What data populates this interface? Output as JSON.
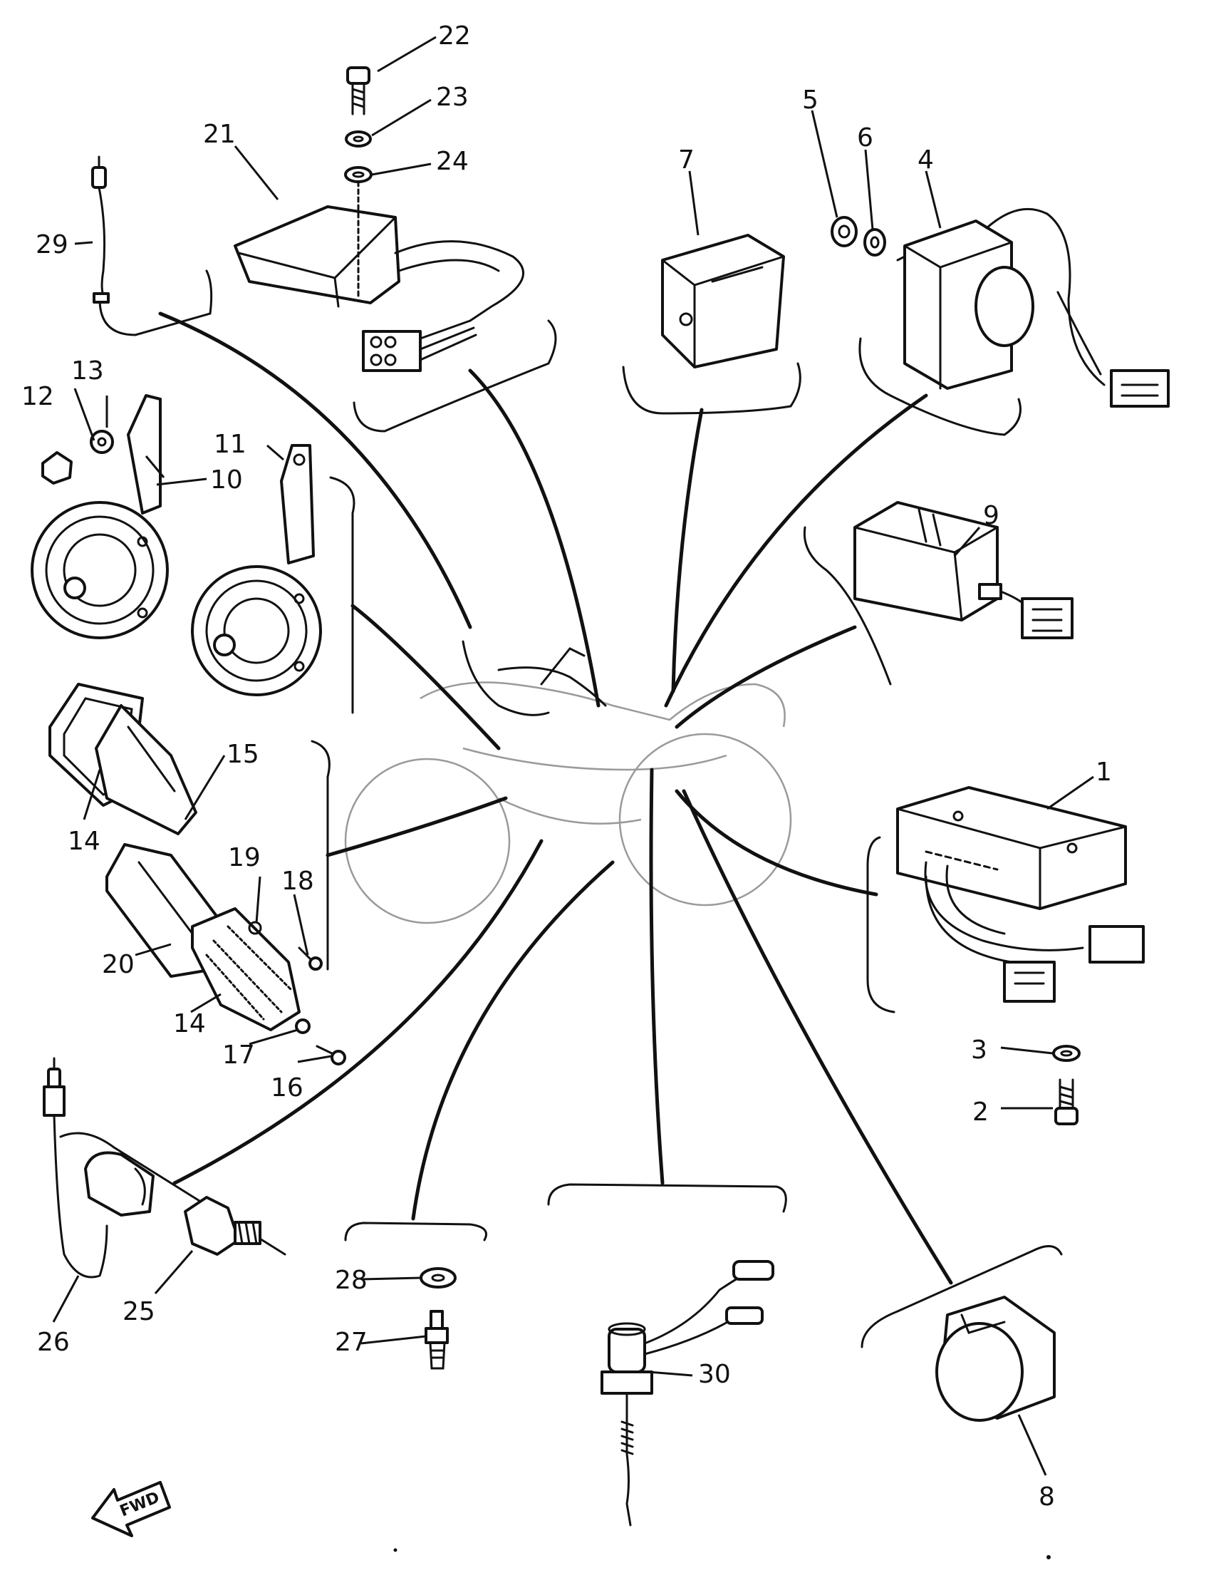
{
  "callouts": [
    {
      "id": "1",
      "text": "1"
    },
    {
      "id": "2",
      "text": "2"
    },
    {
      "id": "3",
      "text": "3"
    },
    {
      "id": "4",
      "text": "4"
    },
    {
      "id": "5",
      "text": "5"
    },
    {
      "id": "6",
      "text": "6"
    },
    {
      "id": "7",
      "text": "7"
    },
    {
      "id": "8",
      "text": "8"
    },
    {
      "id": "9",
      "text": "9"
    },
    {
      "id": "10",
      "text": "10"
    },
    {
      "id": "11",
      "text": "11"
    },
    {
      "id": "12",
      "text": "12"
    },
    {
      "id": "13",
      "text": "13"
    },
    {
      "id": "14a",
      "text": "14"
    },
    {
      "id": "14b",
      "text": "14"
    },
    {
      "id": "15",
      "text": "15"
    },
    {
      "id": "16",
      "text": "16"
    },
    {
      "id": "17",
      "text": "17"
    },
    {
      "id": "18",
      "text": "18"
    },
    {
      "id": "19",
      "text": "19"
    },
    {
      "id": "20",
      "text": "20"
    },
    {
      "id": "21",
      "text": "21"
    },
    {
      "id": "22",
      "text": "22"
    },
    {
      "id": "23",
      "text": "23"
    },
    {
      "id": "24",
      "text": "24"
    },
    {
      "id": "25",
      "text": "25"
    },
    {
      "id": "26",
      "text": "26"
    },
    {
      "id": "27",
      "text": "27"
    },
    {
      "id": "28",
      "text": "28"
    },
    {
      "id": "29",
      "text": "29"
    },
    {
      "id": "30",
      "text": "30"
    }
  ],
  "fwd_label": "FWD"
}
